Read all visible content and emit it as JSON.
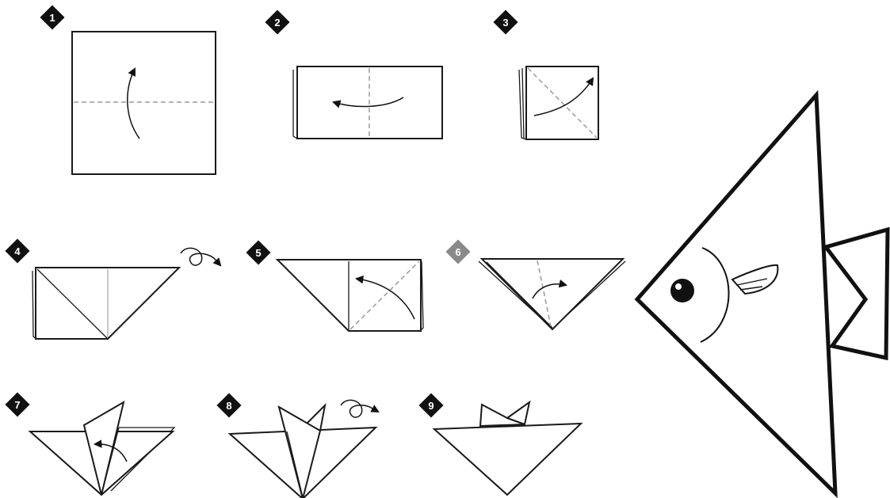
{
  "diagram": {
    "steps": [
      {
        "number": "1"
      },
      {
        "number": "2"
      },
      {
        "number": "3"
      },
      {
        "number": "4"
      },
      {
        "number": "5"
      },
      {
        "number": "6"
      },
      {
        "number": "7"
      },
      {
        "number": "8"
      },
      {
        "number": "9"
      }
    ],
    "colors": {
      "line": "#1a1a1a",
      "crease": "#9a9a9a",
      "badge": "#111111",
      "paper": "#ffffff"
    },
    "icons": {
      "step_badge": "diamond-badge-icon",
      "fold": "curved-fold-arrow-icon",
      "turn_over": "turn-over-loop-icon"
    }
  }
}
